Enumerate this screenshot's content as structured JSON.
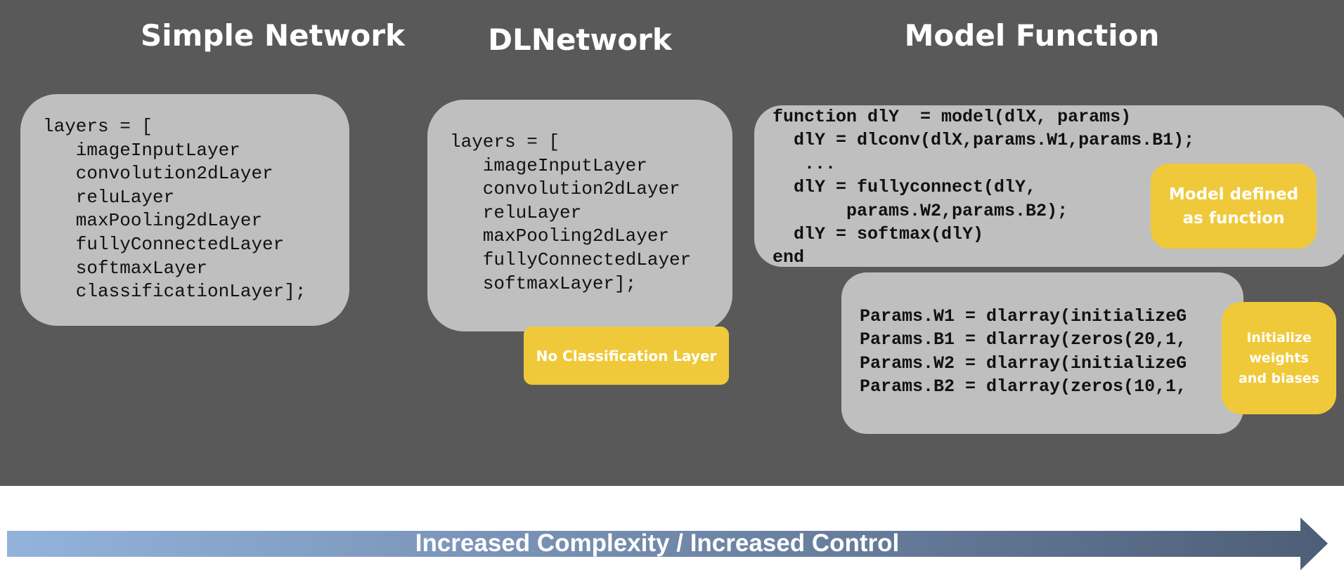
{
  "columns": {
    "simple": {
      "title": "Simple Network",
      "code": [
        "layers = [",
        "   imageInputLayer",
        "   convolution2dLayer",
        "   reluLayer",
        "   maxPooling2dLayer",
        "   fullyConnectedLayer",
        "   softmaxLayer",
        "   classificationLayer];"
      ]
    },
    "dlnetwork": {
      "title": "DLNetwork",
      "code": [
        "layers = [",
        "   imageInputLayer",
        "   convolution2dLayer",
        "   reluLayer",
        "   maxPooling2dLayer",
        "   fullyConnectedLayer",
        "   softmaxLayer];"
      ],
      "callout": "No Classification Layer"
    },
    "model_function": {
      "title": "Model Function",
      "code": [
        "function dlY  = model(dlX, params)",
        "  dlY = dlconv(dlX,params.W1,params.B1);",
        "   ...",
        "  dlY = fullyconnect(dlY,",
        "       params.W2,params.B2);",
        "  dlY = softmax(dlY)",
        "end"
      ],
      "callout": "Model defined\nas function",
      "params_code": [
        "Params.W1 = dlarray(initializeG",
        "Params.B1 = dlarray(zeros(20,1,",
        "Params.W2 = dlarray(initializeG",
        "Params.B2 = dlarray(zeros(10,1,"
      ],
      "params_callout": "Initialize\nweights\nand biases"
    }
  },
  "arrow": {
    "label": "Increased Complexity / Increased Control",
    "colors": {
      "start": "#93b3dc",
      "end": "#4e5e78"
    }
  },
  "colors": {
    "stage_bg": "#595959",
    "box_bg": "#bfbfbf",
    "callout_bg": "#f0c93a",
    "title_text": "#ffffff"
  }
}
